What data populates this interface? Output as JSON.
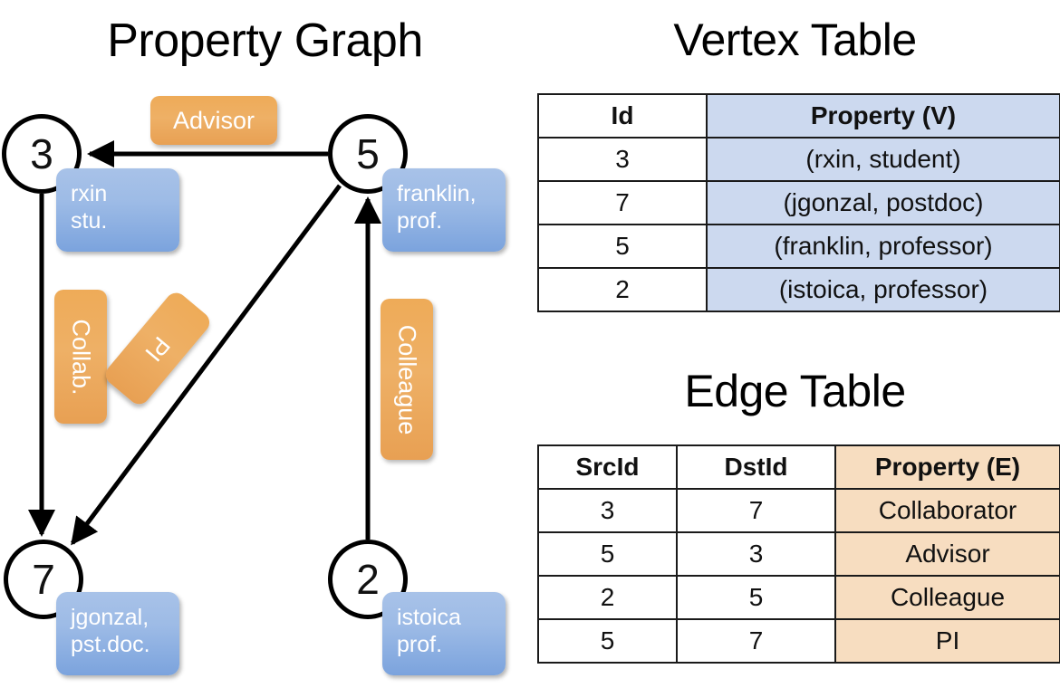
{
  "titles": {
    "property_graph": "Property Graph",
    "vertex_table": "Vertex Table",
    "edge_table": "Edge Table"
  },
  "graph": {
    "nodes": [
      {
        "id": "3",
        "label": "3",
        "property_line1": "rxin",
        "property_line2": "stu."
      },
      {
        "id": "5",
        "label": "5",
        "property_line1": "franklin,",
        "property_line2": "prof."
      },
      {
        "id": "7",
        "label": "7",
        "property_line1": "jgonzal,",
        "property_line2": "pst.doc."
      },
      {
        "id": "2",
        "label": "2",
        "property_line1": "istoica",
        "property_line2": "prof."
      }
    ],
    "edge_labels": [
      {
        "name": "advisor",
        "text": "Advisor",
        "from": "5",
        "to": "3"
      },
      {
        "name": "collab",
        "text": "Collab.",
        "from": "3",
        "to": "7"
      },
      {
        "name": "pi",
        "text": "PI",
        "from": "5",
        "to": "7"
      },
      {
        "name": "colleague",
        "text": "Colleague",
        "from": "2",
        "to": "5"
      }
    ]
  },
  "vertex_table": {
    "headers": [
      "Id",
      "Property (V)"
    ],
    "rows": [
      {
        "id": "3",
        "property": "(rxin, student)"
      },
      {
        "id": "7",
        "property": "(jgonzal, postdoc)"
      },
      {
        "id": "5",
        "property": "(franklin, professor)"
      },
      {
        "id": "2",
        "property": "(istoica, professor)"
      }
    ]
  },
  "edge_table": {
    "headers": [
      "SrcId",
      "DstId",
      "Property (E)"
    ],
    "rows": [
      {
        "src": "3",
        "dst": "7",
        "property": "Collaborator"
      },
      {
        "src": "5",
        "dst": "3",
        "property": "Advisor"
      },
      {
        "src": "2",
        "dst": "5",
        "property": "Colleague"
      },
      {
        "src": "5",
        "dst": "7",
        "property": "PI"
      }
    ]
  },
  "colors": {
    "vertex_property_fill": "#ccd9ef",
    "edge_property_fill": "#f7ddc0",
    "node_box_blue": "#8fb2e3",
    "edge_label_orange": "#eeab58",
    "stroke": "#000000"
  }
}
